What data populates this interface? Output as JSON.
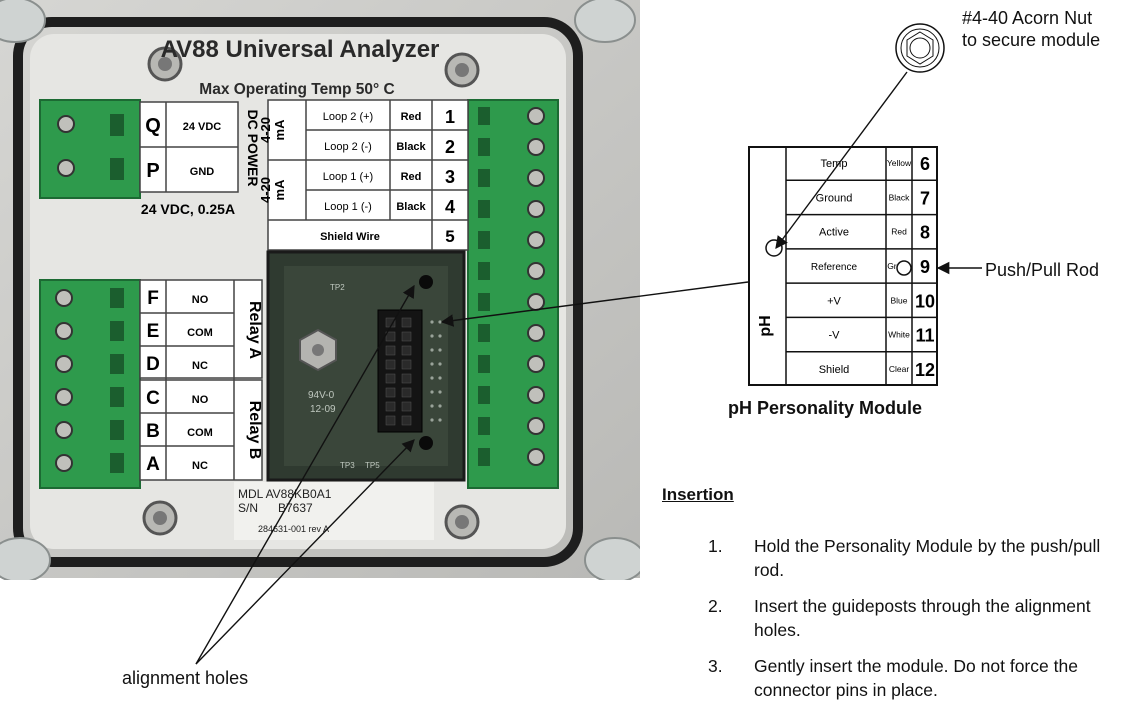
{
  "analyzer": {
    "title": "AV88 Universal Analyzer",
    "max_temp": "Max Operating Temp 50° C",
    "power_rows": [
      {
        "letter": "Q",
        "text": "24 VDC"
      },
      {
        "letter": "P",
        "text": "GND"
      }
    ],
    "dc_power_label": "DC POWER",
    "power_spec": "24 VDC, 0.25A",
    "ma_label_1": "4-20",
    "ma_label_2": "mA",
    "loop_rows": [
      {
        "name": "Loop 2 (+)",
        "color": "Red",
        "num": "1"
      },
      {
        "name": "Loop 2 (-)",
        "color": "Black",
        "num": "2"
      },
      {
        "name": "Loop 1 (+)",
        "color": "Red",
        "num": "3"
      },
      {
        "name": "Loop 1 (-)",
        "color": "Black",
        "num": "4"
      }
    ],
    "shield_wire": {
      "name": "Shield Wire",
      "num": "5"
    },
    "relay_a_rows": [
      {
        "letter": "F",
        "text": "NO"
      },
      {
        "letter": "E",
        "text": "COM"
      },
      {
        "letter": "D",
        "text": "NC"
      }
    ],
    "relay_b_rows": [
      {
        "letter": "C",
        "text": "NO"
      },
      {
        "letter": "B",
        "text": "COM"
      },
      {
        "letter": "A",
        "text": "NC"
      }
    ],
    "relay_a_label": "Relay A",
    "relay_b_label": "Relay B",
    "board_texts": [
      "TP2",
      "TP3",
      "TP5",
      "94V-0",
      "12-09"
    ],
    "model_lines": [
      "MDL AV88KB0A1",
      "S/N      B7637",
      "284631-001 rev A"
    ]
  },
  "module": {
    "label": "pH",
    "rows": [
      {
        "name": "Temp",
        "color": "Yellow",
        "num": "6"
      },
      {
        "name": "Ground",
        "color": "Black",
        "num": "7"
      },
      {
        "name": "Active",
        "color": "Red",
        "num": "8"
      },
      {
        "name": "Reference",
        "color": "Green",
        "num": "9"
      },
      {
        "name": "+V",
        "color": "Blue",
        "num": "10"
      },
      {
        "name": "-V",
        "color": "White",
        "num": "11"
      },
      {
        "name": "Shield",
        "color": "Clear",
        "num": "12"
      }
    ],
    "caption": "pH Personality Module"
  },
  "callouts": {
    "acorn_line1": "#4-40 Acorn Nut",
    "acorn_line2": "to secure module",
    "push_pull": "Push/Pull Rod",
    "alignment": "alignment holes"
  },
  "insertion": {
    "heading": "Insertion",
    "steps": [
      {
        "num": "1.",
        "text": "Hold the Personality Module by the push/pull rod."
      },
      {
        "num": "2.",
        "text": "Insert the guideposts through the alignment holes."
      },
      {
        "num": "3.",
        "text": "Gently insert the module. Do not force the connector pins in place."
      }
    ]
  },
  "colors": {
    "terminal_green": "#2e9a4c",
    "enclosure_gray": "#c9c9c7",
    "gasket": "#1e1e1e",
    "board": "#2f3a30"
  }
}
